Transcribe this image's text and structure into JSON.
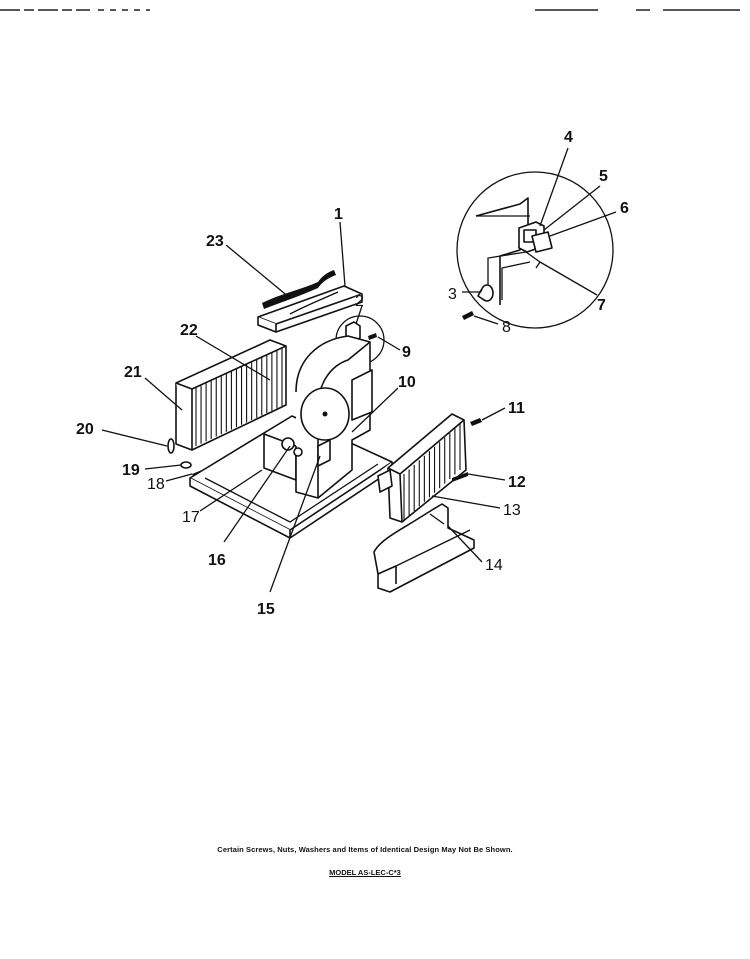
{
  "callouts": {
    "c1": "1",
    "c2": "2",
    "c3": "3",
    "c4": "4",
    "c5": "5",
    "c6": "6",
    "c7": "7",
    "c8": "8",
    "c9": "9",
    "c10": "10",
    "c11": "11",
    "c12": "12",
    "c13": "13",
    "c14": "14",
    "c15": "15",
    "c16": "16",
    "c17": "17",
    "c18": "18",
    "c19": "19",
    "c20": "20",
    "c21": "21",
    "c22": "22",
    "c23": "23"
  },
  "footer": {
    "note": "Certain Screws, Nuts, Washers and Items of Identical Design May Not Be Shown.",
    "model": "MODEL AS-LEC-C*3"
  }
}
